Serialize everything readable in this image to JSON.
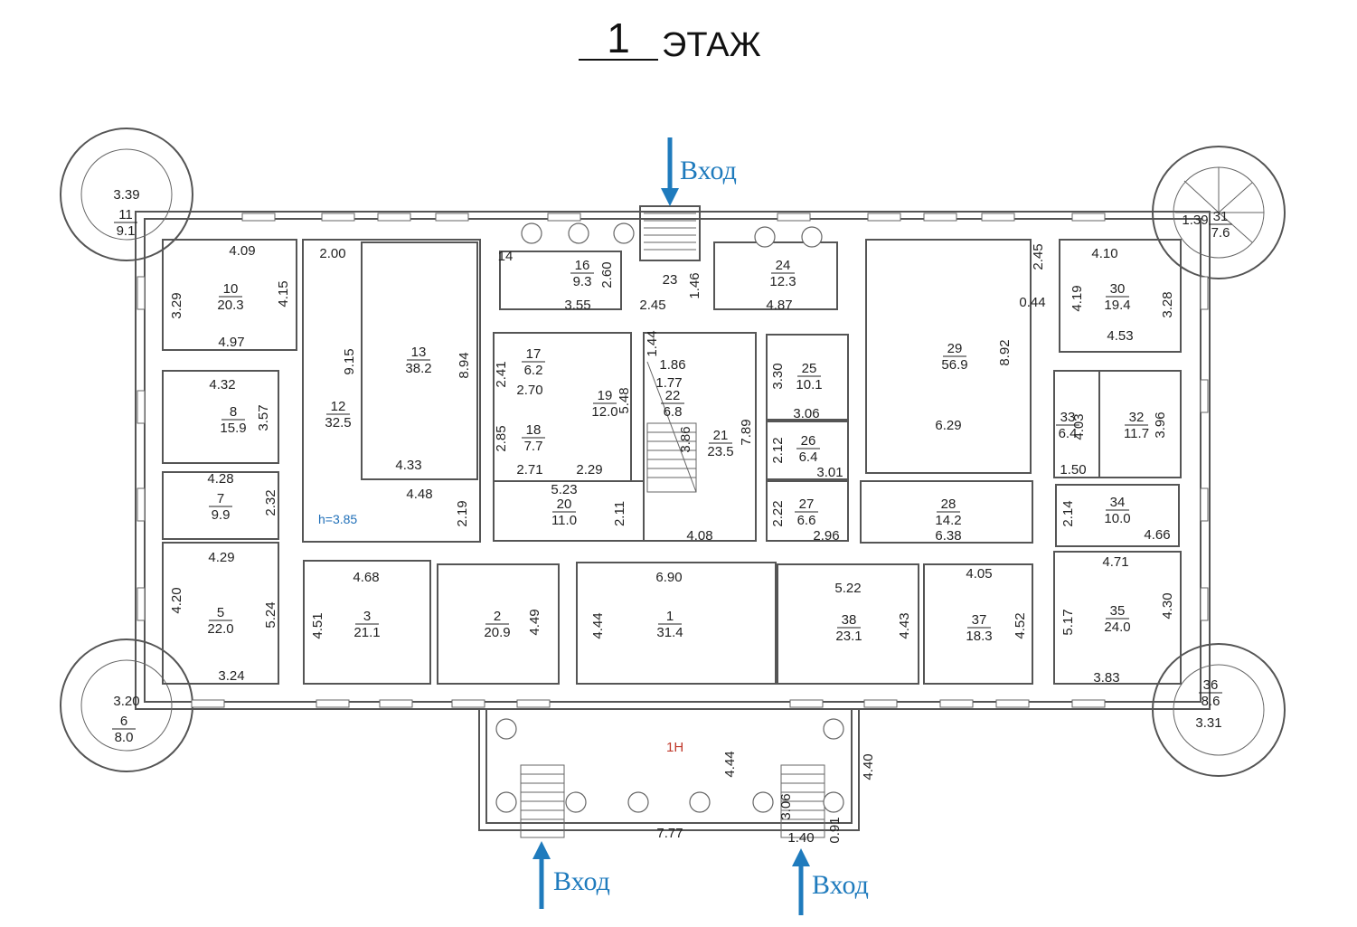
{
  "floor": {
    "number": "1",
    "label": "ЭТАЖ"
  },
  "entrance_label": "Вход",
  "ceiling_height": "h=3.85",
  "unit_label": "1Н",
  "colors": {
    "arrow": "#1f7bbd",
    "unit_label": "#c0392b",
    "height_label": "#1f6fb8",
    "walls": "#555555"
  },
  "rooms": [
    {
      "num": "1",
      "area": "31.4"
    },
    {
      "num": "2",
      "area": "20.9"
    },
    {
      "num": "3",
      "area": "21.1"
    },
    {
      "num": "5",
      "area": "22.0"
    },
    {
      "num": "6",
      "area": "8.0"
    },
    {
      "num": "7",
      "area": "9.9"
    },
    {
      "num": "8",
      "area": "15.9"
    },
    {
      "num": "10",
      "area": "20.3"
    },
    {
      "num": "11",
      "area": "9.1"
    },
    {
      "num": "12",
      "area": "32.5"
    },
    {
      "num": "13",
      "area": "38.2"
    },
    {
      "num": "14",
      "area": ""
    },
    {
      "num": "16",
      "area": "9.3"
    },
    {
      "num": "17",
      "area": "6.2"
    },
    {
      "num": "18",
      "area": "7.7"
    },
    {
      "num": "19",
      "area": "12.0"
    },
    {
      "num": "20",
      "area": "11.0"
    },
    {
      "num": "21",
      "area": "23.5"
    },
    {
      "num": "22",
      "area": "6.8"
    },
    {
      "num": "23",
      "area": ""
    },
    {
      "num": "24",
      "area": "12.3"
    },
    {
      "num": "25",
      "area": "10.1"
    },
    {
      "num": "26",
      "area": "6.4"
    },
    {
      "num": "27",
      "area": "6.6"
    },
    {
      "num": "28",
      "area": "14.2"
    },
    {
      "num": "29",
      "area": "56.9"
    },
    {
      "num": "30",
      "area": "19.4"
    },
    {
      "num": "31",
      "area": "7.6"
    },
    {
      "num": "32",
      "area": "11.7"
    },
    {
      "num": "33",
      "area": "6.4"
    },
    {
      "num": "34",
      "area": "10.0"
    },
    {
      "num": "35",
      "area": "24.0"
    },
    {
      "num": "36",
      "area": "8.6"
    },
    {
      "num": "37",
      "area": "18.3"
    },
    {
      "num": "38",
      "area": "23.1"
    }
  ],
  "dimensions": [
    "3.39",
    "4.09",
    "4.15",
    "3.29",
    "4.97",
    "4.32",
    "3.57",
    "4.28",
    "2.32",
    "4.29",
    "4.20",
    "5.24",
    "3.24",
    "3.20",
    "2.00",
    "9.15",
    "8.94",
    "4.33",
    "4.48",
    "2.19",
    "2.60",
    "3.55",
    "1.46",
    "2.45",
    "2.41",
    "2.70",
    "2.85",
    "2.71",
    "5.48",
    "2.29",
    "5.23",
    "2.11",
    "1.44",
    "1.86",
    "1.77",
    "3.86",
    "7.89",
    "4.08",
    "4.87",
    "3.30",
    "3.06",
    "2.12",
    "3.01",
    "2.22",
    "2.96",
    "6.38",
    "8.92",
    "6.29",
    "2.45",
    "4.10",
    "4.19",
    "3.28",
    "4.53",
    "0.44",
    "4.03",
    "3.96",
    "1.50",
    "2.14",
    "4.66",
    "4.71",
    "5.17",
    "4.30",
    "3.83",
    "3.31",
    "1.39",
    "4.68",
    "4.51",
    "4.49",
    "6.90",
    "4.44",
    "5.22",
    "4.43",
    "4.05",
    "4.52",
    "4.44",
    "4.40",
    "7.77",
    "3.06",
    "1.40",
    "0.91"
  ]
}
